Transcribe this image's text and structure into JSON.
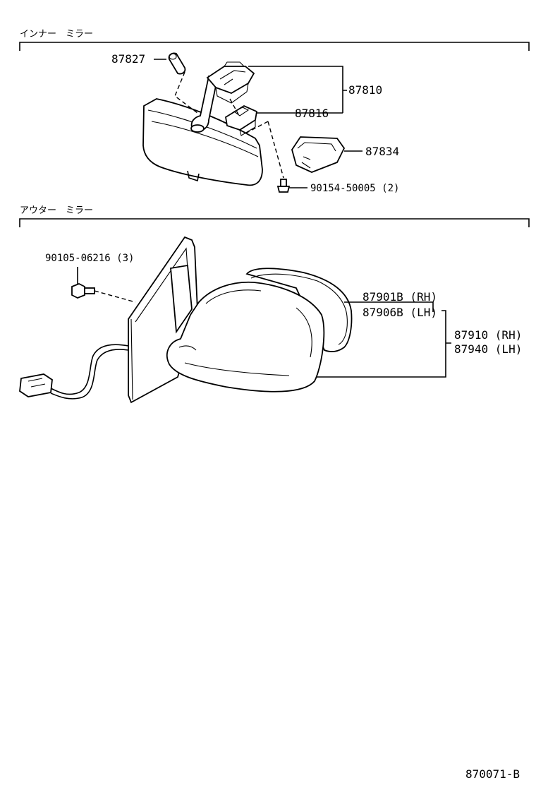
{
  "sections": {
    "inner_mirror": {
      "title": "インナー　ミラー"
    },
    "outer_mirror": {
      "title": "アウター　ミラー"
    }
  },
  "parts": {
    "p87827": "87827",
    "p87810": "87810",
    "p87816": "87816",
    "p87834": "87834",
    "p90154": "90154-50005 (2)",
    "p90105": "90105-06216 (3)",
    "p87901b": "87901B (RH)",
    "p87906b": "87906B (LH)",
    "p87910": "87910 (RH)",
    "p87940": "87940 (LH)"
  },
  "footer": {
    "figure_code": "870071-B"
  }
}
